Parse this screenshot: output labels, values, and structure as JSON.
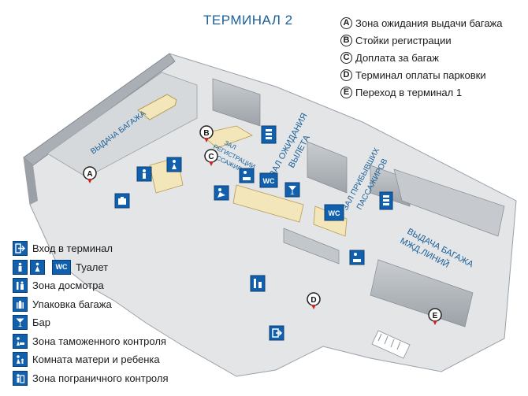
{
  "title": "ТЕРМИНАЛ 2",
  "poi_legend": [
    {
      "letter": "A",
      "label": "Зона ожидания выдачи багажа"
    },
    {
      "letter": "B",
      "label": "Стойки регистрации"
    },
    {
      "letter": "C",
      "label": "Доплата за багаж"
    },
    {
      "letter": "D",
      "label": "Терминал оплаты парковки"
    },
    {
      "letter": "E",
      "label": "Переход в терминал 1"
    }
  ],
  "icon_legend": [
    {
      "icon": "entrance-icon",
      "label": "Вход в терминал"
    },
    {
      "icon": "toilet-icon",
      "label": "Туалет",
      "badge": "WC"
    },
    {
      "icon": "security-check-icon",
      "label": "Зона досмотра"
    },
    {
      "icon": "luggage-wrap-icon",
      "label": "Упаковка багажа"
    },
    {
      "icon": "bar-icon",
      "label": "Бар"
    },
    {
      "icon": "customs-icon",
      "label": "Зона таможенного контроля"
    },
    {
      "icon": "mother-child-room-icon",
      "label": "Комната матери и ребенка"
    },
    {
      "icon": "border-control-icon",
      "label": "Зона пограничного контроля"
    }
  ],
  "map_labels": {
    "baggage_claim": "ВЫДАЧА БАГАЖА",
    "checkin_hall_1": "ЗАЛ",
    "checkin_hall_2": "РЕГИСТРАЦИИ",
    "checkin_hall_3": "ПАССАЖИРОВ",
    "departure_1": "ЗАЛ ОЖИДАНИЯ",
    "departure_2": "ВЫЛЕТА",
    "arrivals_1": "ЗАЛ ПРИБЫВШИХ",
    "arrivals_2": "ПАССАЖИРОВ",
    "intl_claim_1": "ВЫДАЧА БАГАЖА",
    "intl_claim_2": "МЖД.ЛИНИЙ",
    "wc": "WC"
  },
  "map_markers": [
    "A",
    "B",
    "C",
    "D",
    "E"
  ],
  "colors": {
    "title": "#1a5f97",
    "icon_blue": "#1160ad",
    "floor": "#e3e5e7",
    "wall": "#b8bdc2",
    "highlight": "#f4e6bb",
    "marker_red": "#c62828"
  }
}
